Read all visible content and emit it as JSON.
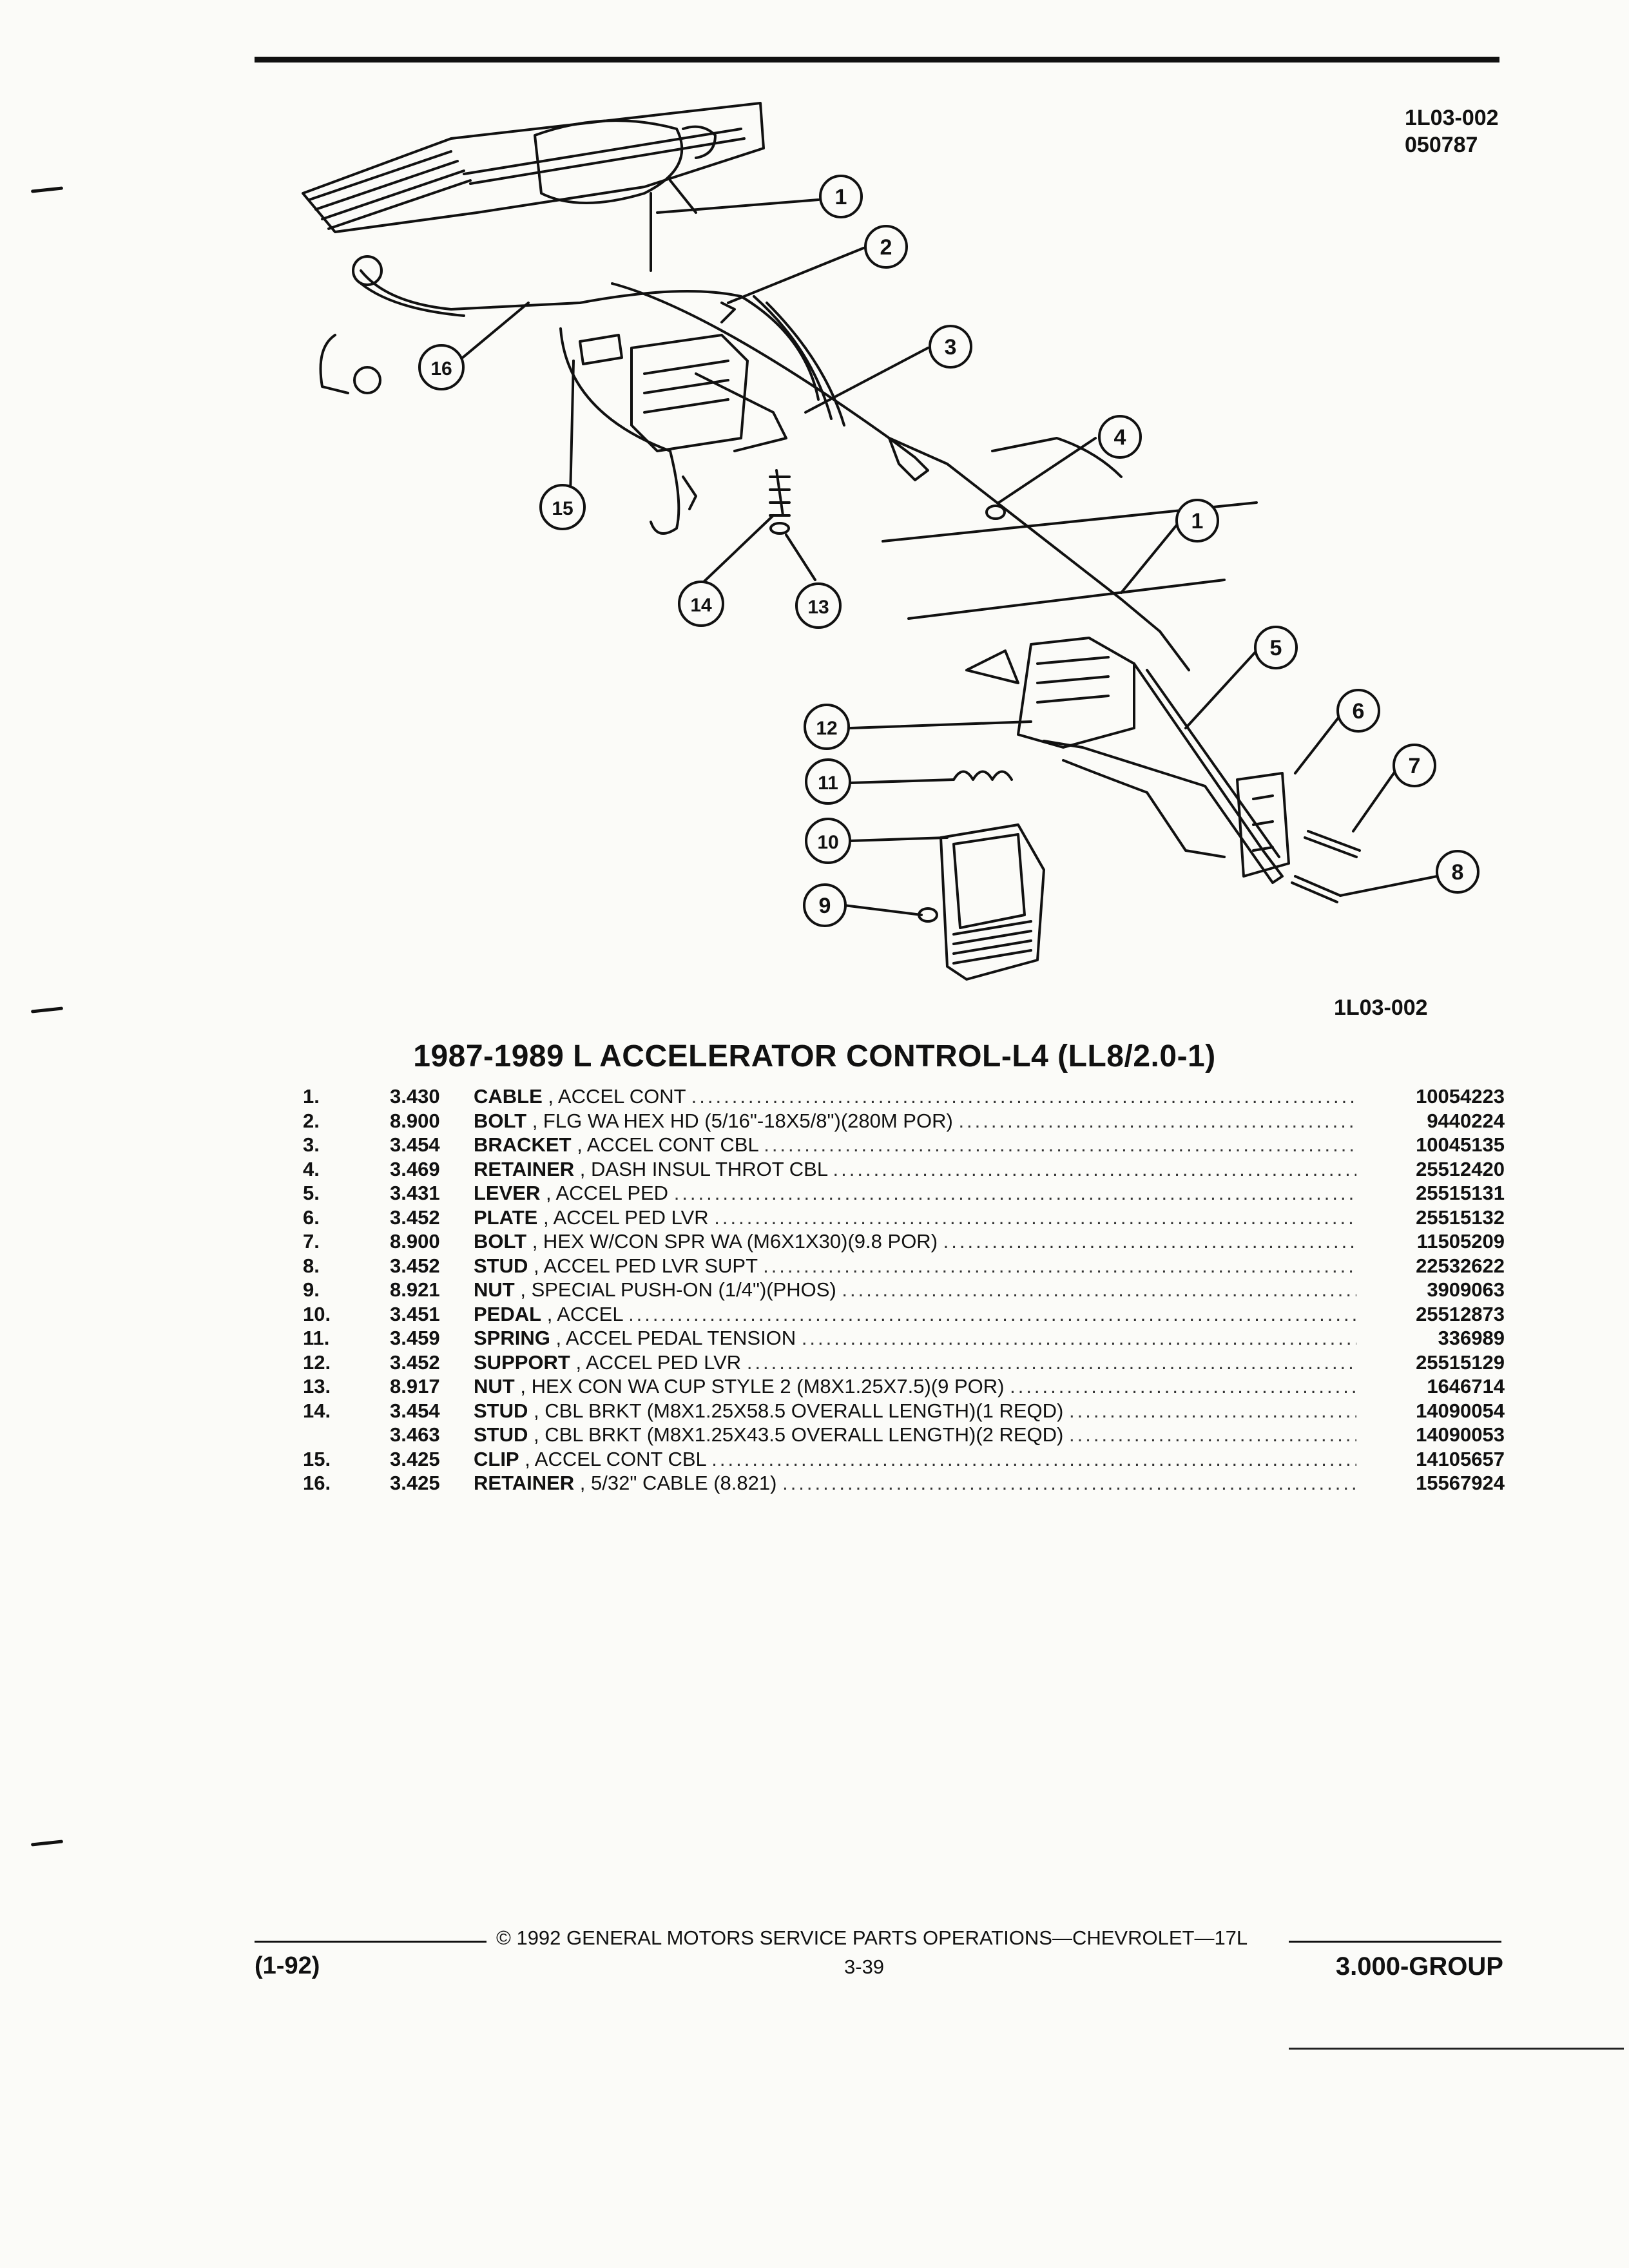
{
  "header": {
    "code_line1": "1L03-002",
    "code_line2": "050787"
  },
  "figure": {
    "reference": "1L03-002",
    "callouts": [
      "1",
      "2",
      "3",
      "4",
      "1",
      "5",
      "6",
      "7",
      "8",
      "9",
      "10",
      "11",
      "12",
      "13",
      "14",
      "15",
      "16"
    ]
  },
  "title": "1987-1989 L ACCELERATOR CONTROL-L4 (LL8/2.0-1)",
  "parts": [
    {
      "num": "1.",
      "group": "3.430",
      "name": "CABLE",
      "desc": ", ACCEL CONT",
      "part": "10054223"
    },
    {
      "num": "2.",
      "group": "8.900",
      "name": "BOLT",
      "desc": ", FLG WA HEX HD (5/16\"-18X5/8\")(280M POR)",
      "part": "9440224"
    },
    {
      "num": "3.",
      "group": "3.454",
      "name": "BRACKET",
      "desc": ", ACCEL CONT CBL",
      "part": "10045135"
    },
    {
      "num": "4.",
      "group": "3.469",
      "name": "RETAINER",
      "desc": ", DASH INSUL THROT CBL",
      "part": "25512420"
    },
    {
      "num": "5.",
      "group": "3.431",
      "name": "LEVER",
      "desc": ", ACCEL PED",
      "part": "25515131"
    },
    {
      "num": "6.",
      "group": "3.452",
      "name": "PLATE",
      "desc": ", ACCEL PED LVR",
      "part": "25515132"
    },
    {
      "num": "7.",
      "group": "8.900",
      "name": "BOLT",
      "desc": ", HEX W/CON SPR WA (M6X1X30)(9.8 POR)",
      "part": "11505209"
    },
    {
      "num": "8.",
      "group": "3.452",
      "name": "STUD",
      "desc": ", ACCEL PED LVR SUPT",
      "part": "22532622"
    },
    {
      "num": "9.",
      "group": "8.921",
      "name": "NUT",
      "desc": ", SPECIAL PUSH-ON (1/4\")(PHOS)",
      "part": "3909063"
    },
    {
      "num": "10.",
      "group": "3.451",
      "name": "PEDAL",
      "desc": ", ACCEL",
      "part": "25512873"
    },
    {
      "num": "11.",
      "group": "3.459",
      "name": "SPRING",
      "desc": ", ACCEL PEDAL TENSION",
      "part": "336989"
    },
    {
      "num": "12.",
      "group": "3.452",
      "name": "SUPPORT",
      "desc": ", ACCEL PED LVR",
      "part": "25515129"
    },
    {
      "num": "13.",
      "group": "8.917",
      "name": "NUT",
      "desc": ", HEX CON WA CUP STYLE 2 (M8X1.25X7.5)(9 POR)",
      "part": "1646714"
    },
    {
      "num": "14.",
      "group": "3.454",
      "name": "STUD",
      "desc": ", CBL BRKT (M8X1.25X58.5 OVERALL LENGTH)(1 REQD)",
      "part": "14090054"
    },
    {
      "num": "",
      "group": "3.463",
      "name": "STUD",
      "desc": ", CBL BRKT (M8X1.25X43.5 OVERALL LENGTH)(2 REQD)",
      "part": "14090053"
    },
    {
      "num": "15.",
      "group": "3.425",
      "name": "CLIP",
      "desc": ", ACCEL CONT CBL",
      "part": "14105657"
    },
    {
      "num": "16.",
      "group": "3.425",
      "name": "RETAINER",
      "desc": ", 5/32\" CABLE (8.821)",
      "part": "15567924"
    }
  ],
  "footer": {
    "copyright": "© 1992 GENERAL MOTORS SERVICE PARTS OPERATIONS—CHEVROLET—17L",
    "date": "(1-92)",
    "page": "3-39",
    "group": "3.000-GROUP"
  }
}
